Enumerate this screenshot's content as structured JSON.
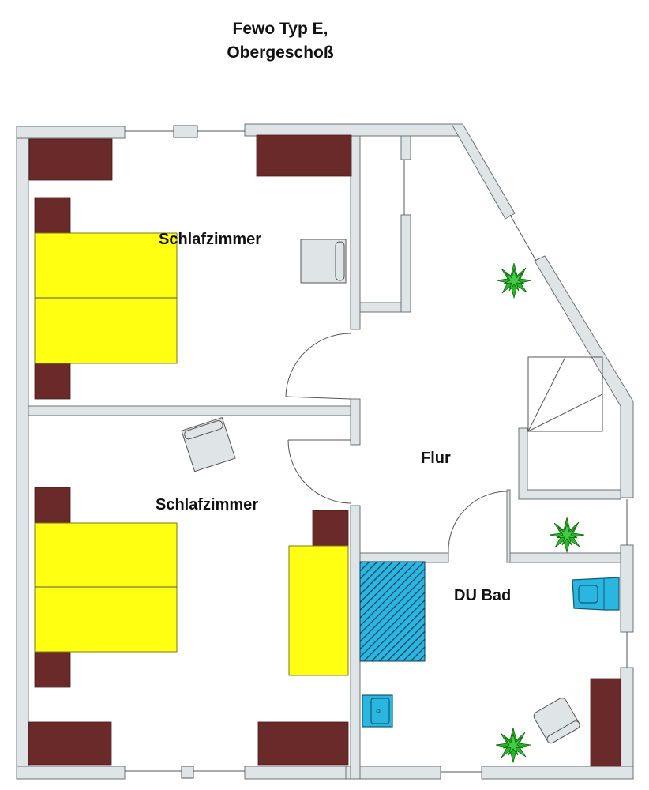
{
  "title": {
    "line1": "Fewo Typ E,",
    "line2": "Obergeschoß"
  },
  "rooms": [
    {
      "id": "bedroom-1",
      "label": "Schlafzimmer"
    },
    {
      "id": "bedroom-2",
      "label": "Schlafzimmer"
    },
    {
      "id": "hallway",
      "label": "Flur"
    },
    {
      "id": "bathroom",
      "label": "DU Bad"
    }
  ],
  "colors": {
    "wall": "#dfe4e6",
    "furniture_brown": "#6a2a2a",
    "bed_yellow": "#ffff12",
    "plant_green": "#22bb22",
    "sanitary_blue": "#29b6e0"
  },
  "fixtures": {
    "plants": 3,
    "staircase": "stair-icon",
    "shower": "shower-tray-icon",
    "sink": "sink-icon",
    "toilet": "toilet-icon"
  }
}
